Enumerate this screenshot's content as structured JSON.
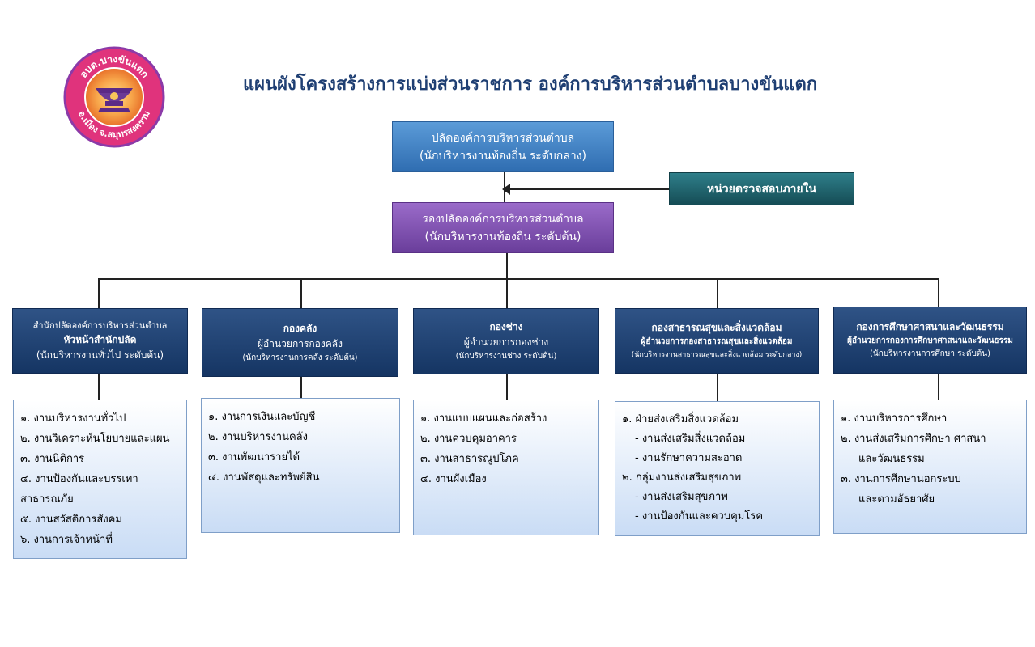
{
  "logo": {
    "top_text": "อบต.บางขันแตก",
    "bottom_text": "อ.เมือง จ.สมุทรสงคราม"
  },
  "title": "แผนผังโครงสร้างการแบ่งส่วนราชการ องค์การบริหารส่วนตำบลบางขันแตก",
  "chief": {
    "line1": "ปลัดองค์การบริหารส่วนตำบล",
    "line2": "(นักบริหารงานท้องถิ่น ระดับกลาง)"
  },
  "audit": {
    "label": "หน่วยตรวจสอบภายใน"
  },
  "deputy": {
    "line1": "รองปลัดองค์การบริหารส่วนตำบล",
    "line2": "(นักบริหารงานท้องถิ่น ระดับต้น)"
  },
  "divisions": [
    {
      "line1": "สำนักปลัดองค์การบริหารส่วนตำบล",
      "line2": "หัวหน้าสำนักปลัด",
      "line3": "(นักบริหารงานทั่วไป ระดับต้น)",
      "items": [
        "๑. งานบริหารงานทั่วไป",
        "๒. งานวิเคราะห์นโยบายและแผน",
        "๓. งานนิติการ",
        "๔. งานป้องกันและบรรเทา",
        "สาธารณภัย",
        "๕. งานสวัสดิการสังคม",
        "๖. งานการเจ้าหน้าที่"
      ]
    },
    {
      "line1": "กองคลัง",
      "line2": "ผู้อำนวยการกองคลัง",
      "line3": "(นักบริหารงานการคลัง ระดับต้น)",
      "items": [
        "๑. งานการเงินและบัญชี",
        "๒. งานบริหารงานคลัง",
        "๓. งานพัฒนารายได้",
        "๔. งานพัสดุและทรัพย์สิน"
      ]
    },
    {
      "line1": "กองช่าง",
      "line2": "ผู้อำนวยการกองช่าง",
      "line3": "(นักบริหารงานช่าง ระดับต้น)",
      "items": [
        "๑. งานแบบแผนและก่อสร้าง",
        "๒. งานควบคุมอาคาร",
        "๓. งานสาธารณูปโภค",
        "๔. งานผังเมือง"
      ]
    },
    {
      "line1": "กองสาธารณสุขและสิ่งแวดล้อม",
      "line2": "ผู้อำนวยการกองสาธารณสุขและสิ่งแวดล้อม",
      "line3": "(นักบริหารงานสาธารณสุขและสิ่งแวดล้อม ระดับกลาง)",
      "items": [
        "๑. ฝ่ายส่งเสริมสิ่งแวดล้อม",
        "- งานส่งเสริมสิ่งแวดล้อม",
        "- งานรักษาความสะอาด",
        "๒. กลุ่มงานส่งเสริมสุขภาพ",
        "- งานส่งเสริมสุขภาพ",
        "- งานป้องกันและควบคุมโรค"
      ]
    },
    {
      "line1": "กองการศึกษาศาสนาและวัฒนธรรม",
      "line2": "ผู้อำนวยการกองการศึกษาศาสนาและวัฒนธรรม",
      "line3": "(นักบริหารงานการศึกษา ระดับต้น)",
      "items": [
        "๑. งานบริหารการศึกษา",
        "๒. งานส่งเสริมการศึกษา ศาสนา",
        "และวัฒนธรรม",
        "๓. งานการศึกษานอกระบบ",
        "และตามอัธยาศัย"
      ]
    }
  ]
}
